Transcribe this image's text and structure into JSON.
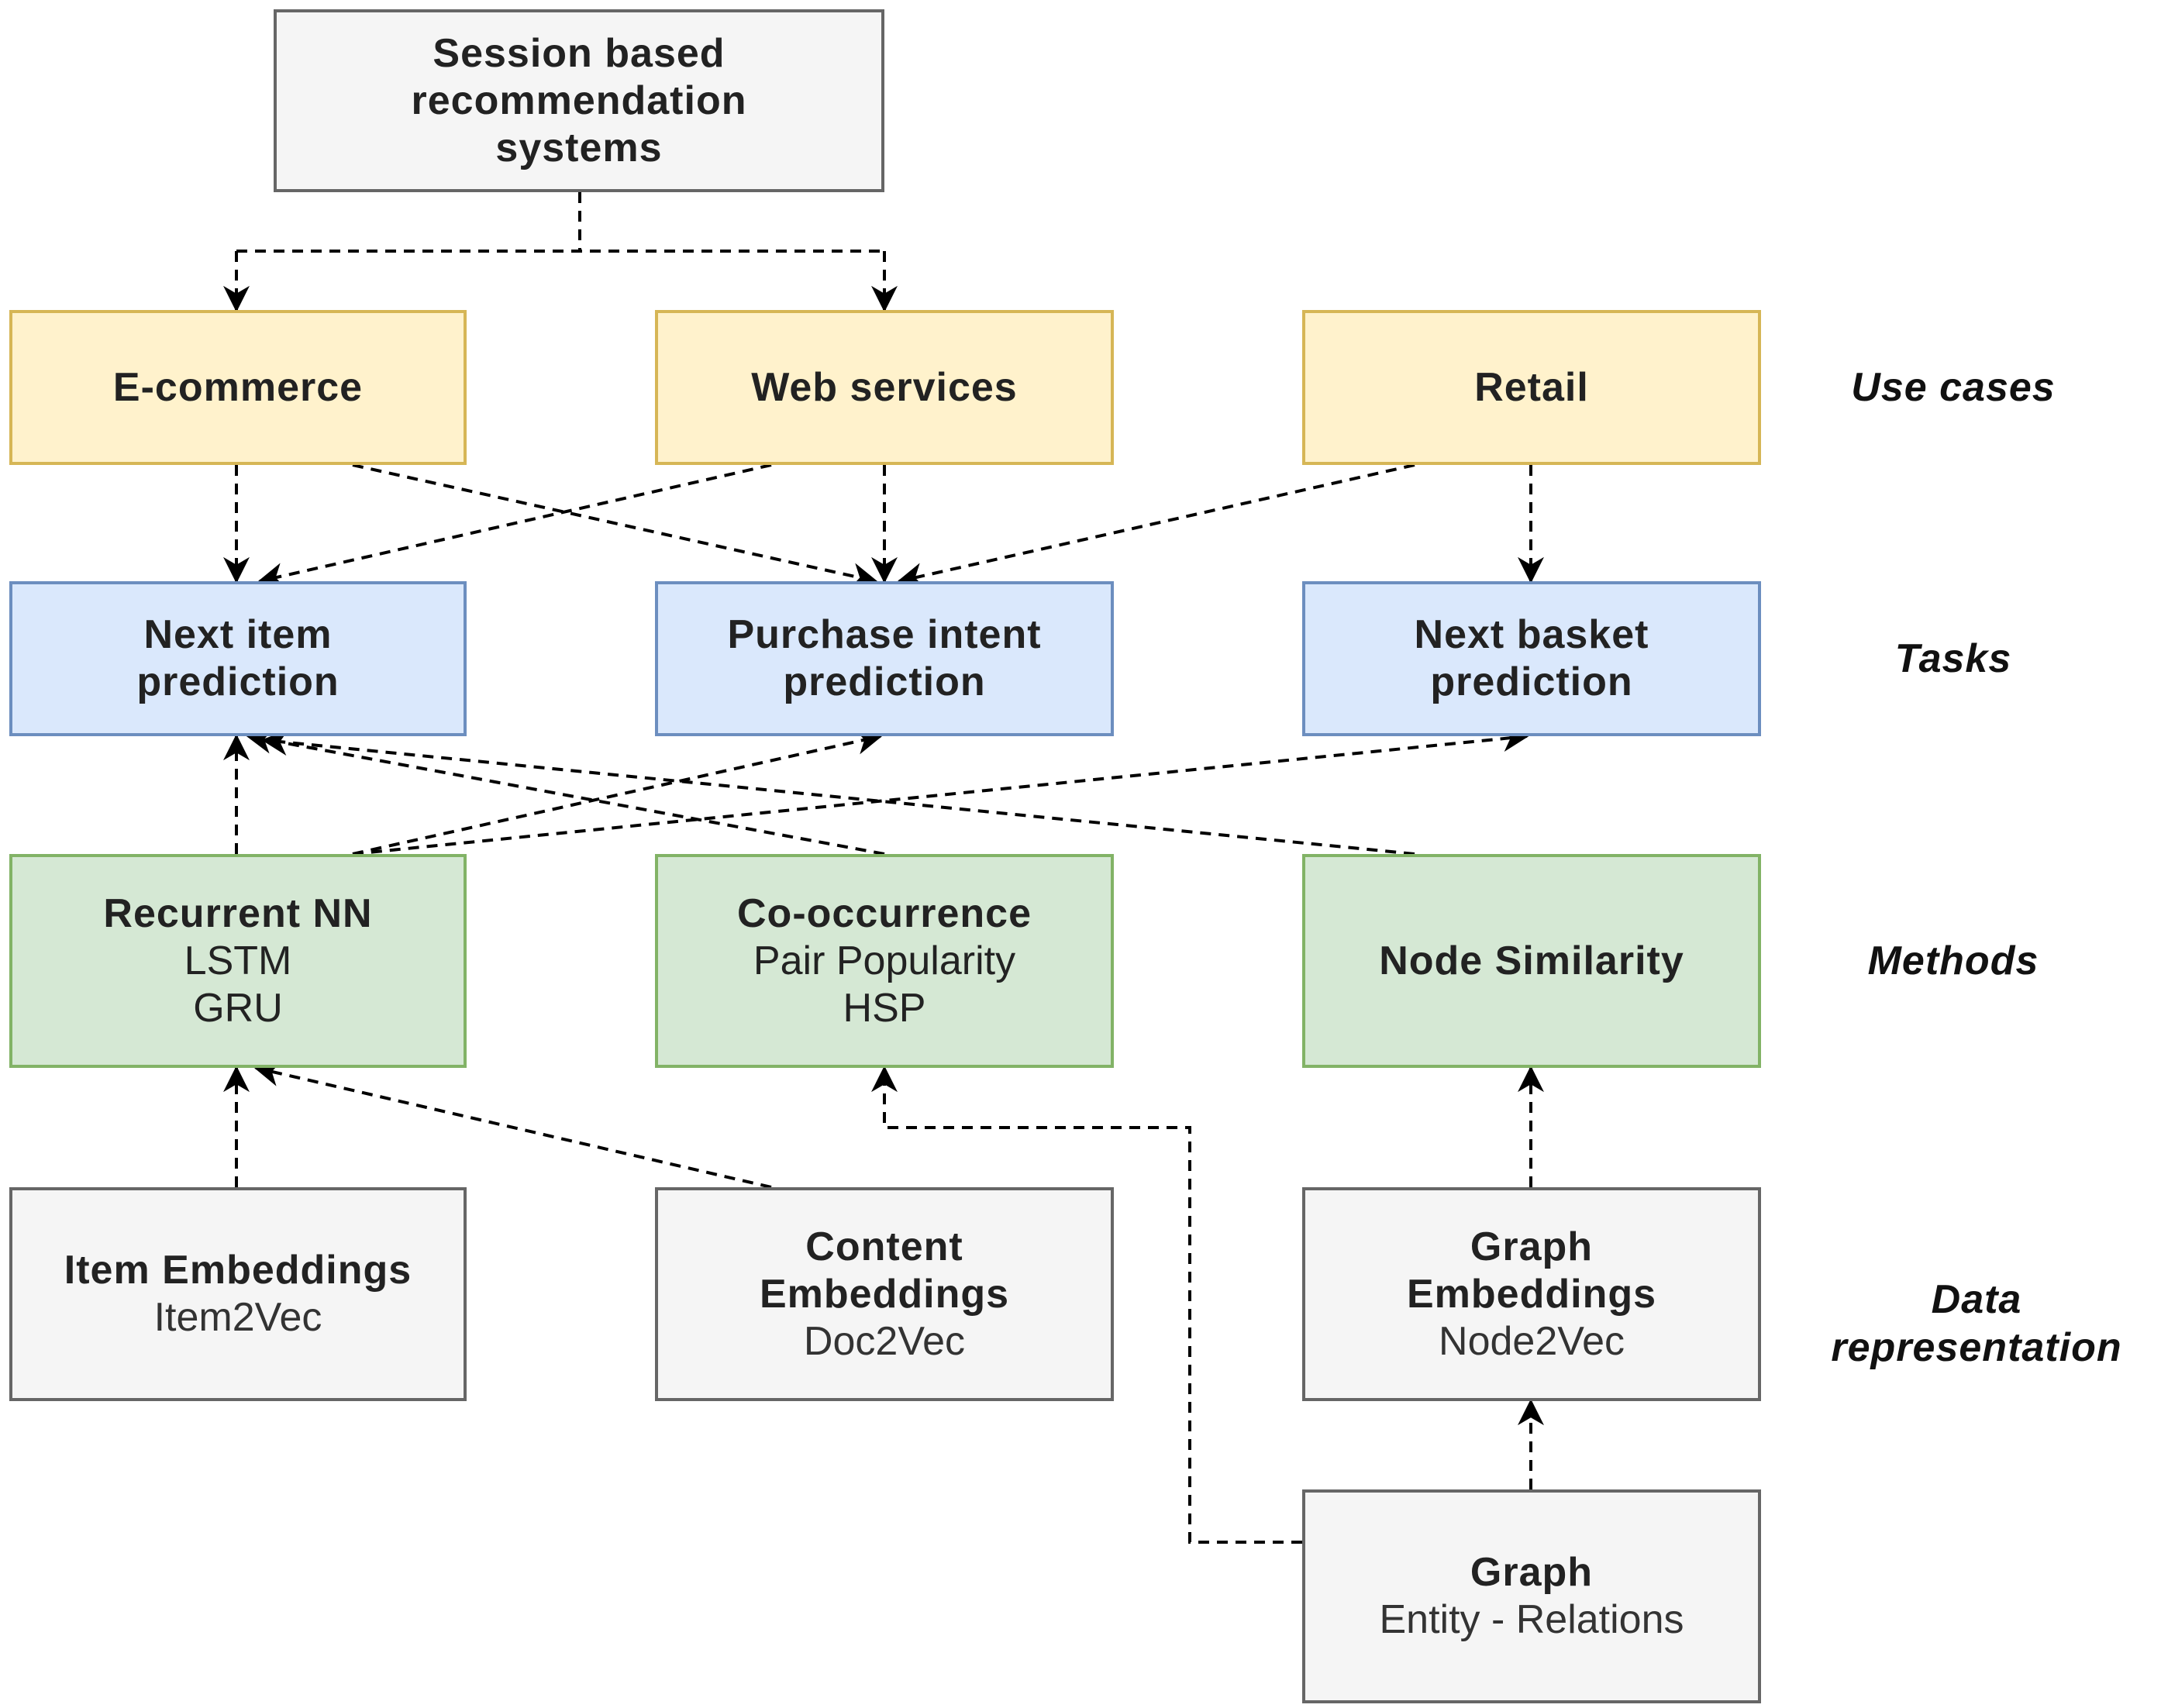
{
  "nodes": {
    "root": {
      "title": "Session based\nrecommendation\nsystems",
      "sub": ""
    },
    "ecommerce": {
      "title": "E-commerce",
      "sub": ""
    },
    "webservices": {
      "title": "Web services",
      "sub": ""
    },
    "retail": {
      "title": "Retail",
      "sub": ""
    },
    "nextitem": {
      "title": "Next item\nprediction",
      "sub": ""
    },
    "purchase": {
      "title": "Purchase intent\nprediction",
      "sub": ""
    },
    "nextbasket": {
      "title": "Next basket\nprediction",
      "sub": ""
    },
    "rnn": {
      "title": "Recurrent NN",
      "sub": "LSTM\nGRU"
    },
    "cooc": {
      "title": "Co-occurrence",
      "sub": "Pair Popularity\nHSP"
    },
    "nodesim": {
      "title": "Node Similarity",
      "sub": ""
    },
    "itememb": {
      "title": "Item Embeddings",
      "sub": "Item2Vec"
    },
    "contentemb": {
      "title": "Content\nEmbeddings",
      "sub": "Doc2Vec"
    },
    "graphemb": {
      "title": "Graph\nEmbeddings",
      "sub": "Node2Vec"
    },
    "graph": {
      "title": "Graph",
      "sub": "Entity - Relations"
    }
  },
  "layers": {
    "use_cases": "Use cases",
    "tasks": "Tasks",
    "methods": "Methods",
    "data_representation": "Data\nrepresentation"
  },
  "colors": {
    "gray_fill": "#f5f5f5",
    "gray_stroke": "#666666",
    "yellow_fill": "#fff2cc",
    "yellow_stroke": "#d6b656",
    "blue_fill": "#dae8fc",
    "blue_stroke": "#6c8ebf",
    "green_fill": "#d5e8d4",
    "green_stroke": "#82b366",
    "edge": "#000000"
  },
  "edge_style": "dashed-arrow"
}
